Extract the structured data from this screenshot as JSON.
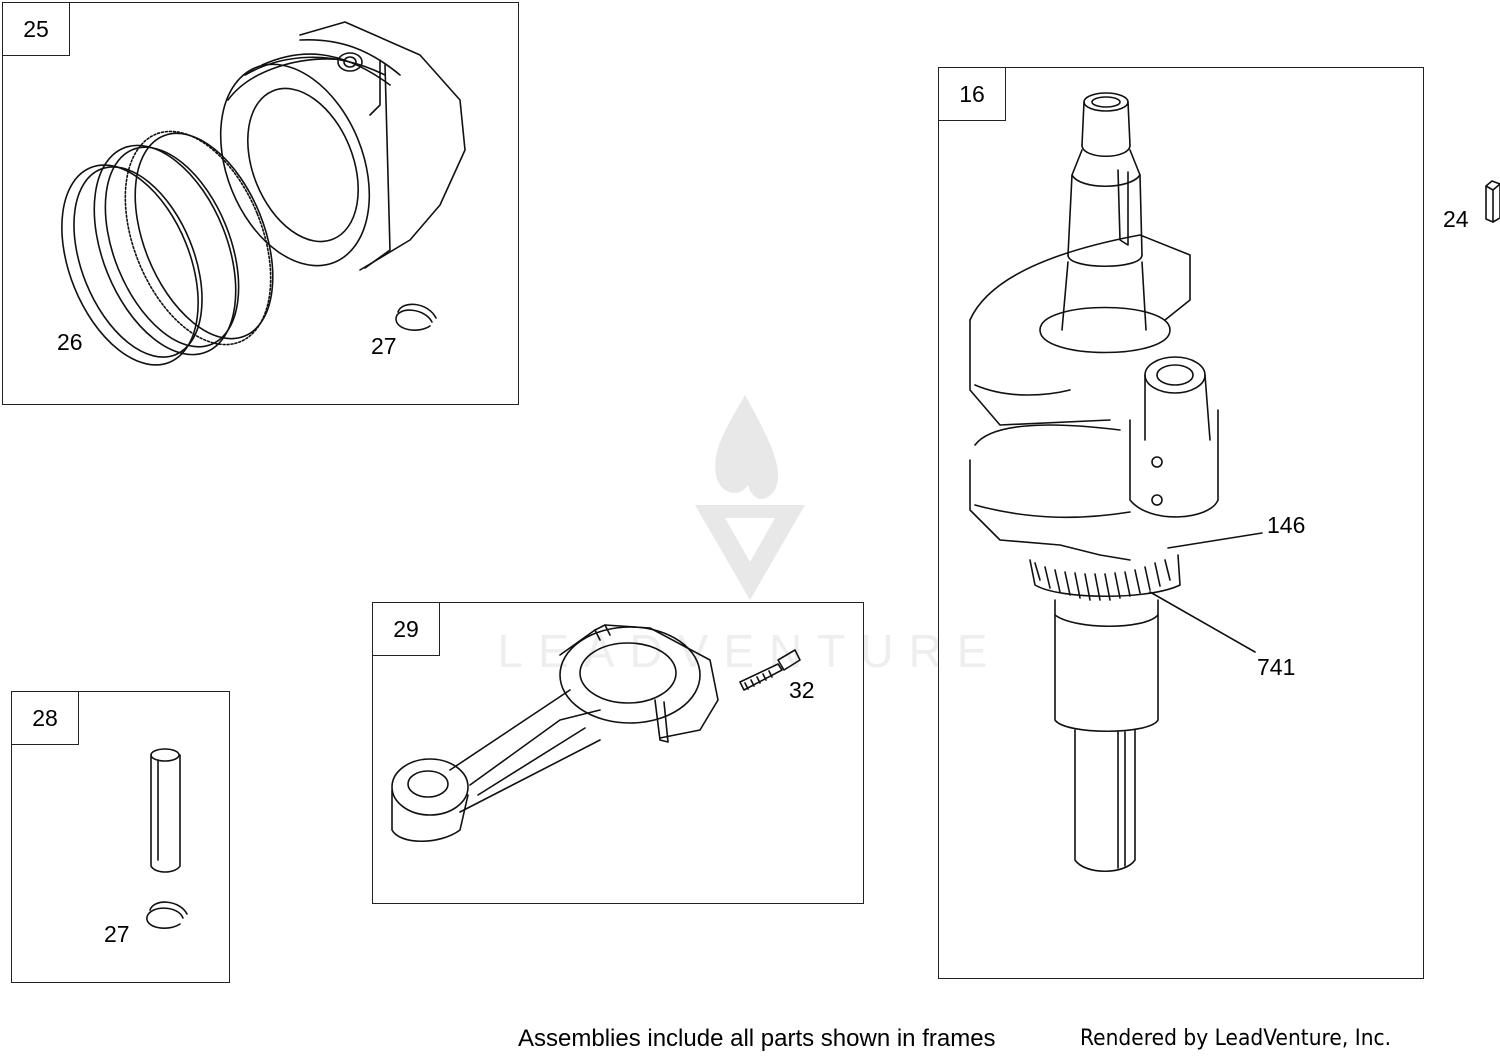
{
  "frames": [
    {
      "id": "frame-25",
      "number": "25"
    },
    {
      "id": "frame-16",
      "number": "16"
    },
    {
      "id": "frame-29",
      "number": "29"
    },
    {
      "id": "frame-28",
      "number": "28"
    }
  ],
  "callouts": {
    "rings": "26",
    "clip_top": "27",
    "key": "24",
    "crank_gear_a": "146",
    "crank_gear_b": "741",
    "screw": "32",
    "clip_bottom": "27"
  },
  "watermark": {
    "text": "LEADVENTURE",
    "icon": "flame-v-logo-icon"
  },
  "footer": {
    "assemblies_note": "Assemblies include all parts shown in frames",
    "rendered_by": "Rendered by LeadVenture, Inc."
  }
}
